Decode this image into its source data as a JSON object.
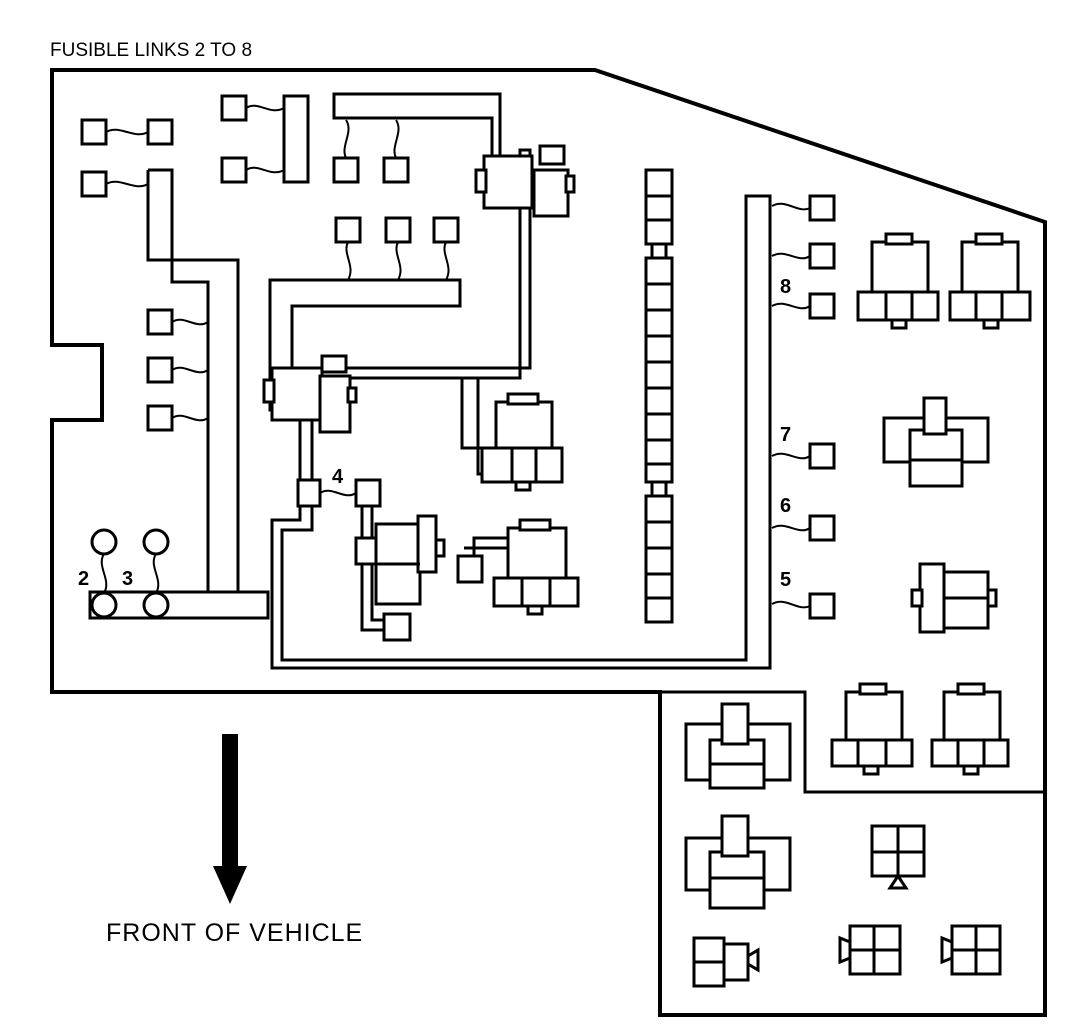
{
  "title": "FUSIBLE LINKS 2 TO 8",
  "front_label": "FRONT OF VEHICLE",
  "link_labels": {
    "l2": "2",
    "l3": "3",
    "l4": "4",
    "l5": "5",
    "l6": "6",
    "l7": "7",
    "l8": "8"
  }
}
